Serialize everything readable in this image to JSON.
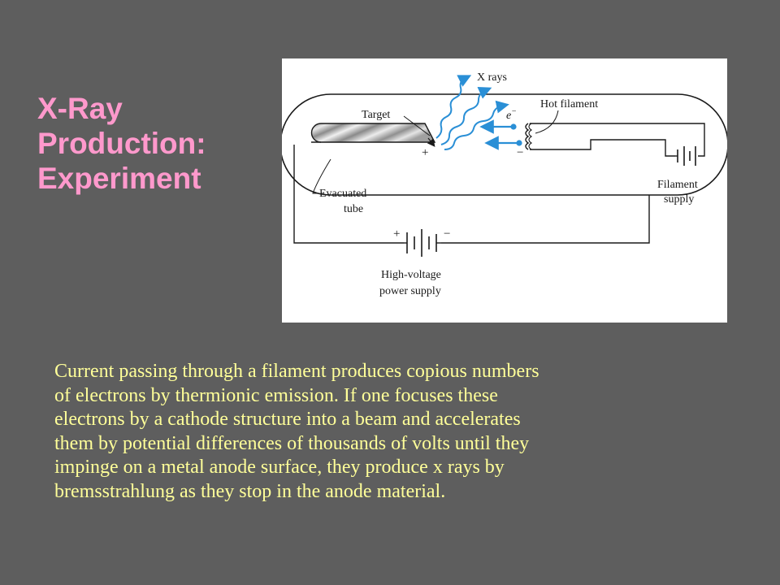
{
  "slide": {
    "title_lines": [
      "X-Ray",
      "Production:",
      "Experiment"
    ],
    "body_lines": [
      "Current passing through a filament produces copious numbers",
      "of electrons by thermionic emission.  If one focuses these",
      "electrons by a cathode structure into a beam and accelerates",
      "them by potential differences of thousands of volts until they",
      "impinge on a metal anode surface, they produce x rays by",
      "bremsstrahlung as they stop in the anode material."
    ]
  },
  "diagram": {
    "labels": {
      "x_rays": "X rays",
      "target": "Target",
      "hot_filament": "Hot filament",
      "electron_symbol": "e",
      "electron_charge": "−",
      "anode_plus": "+",
      "cathode_minus": "−",
      "evacuated_tube": [
        "Evacuated",
        "tube"
      ],
      "filament_supply": [
        "Filament",
        "supply"
      ],
      "hv_plus": "+",
      "hv_minus": "−",
      "hv_supply": [
        "High-voltage",
        "power supply"
      ]
    },
    "colors": {
      "electron_arrow": "#2a8fd6",
      "xray_wave": "#2a8fd6",
      "wire": "#1a1a1a"
    }
  }
}
